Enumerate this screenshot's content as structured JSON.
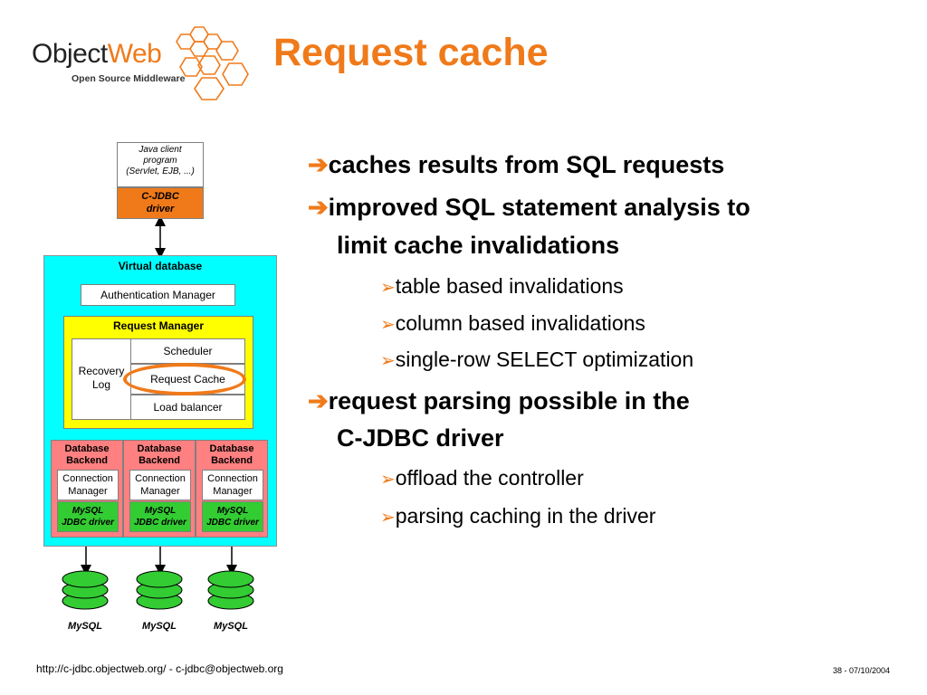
{
  "logo": {
    "text_main": "Object",
    "text_accent": "Web",
    "subtitle": "Open Source Middleware"
  },
  "title": "Request cache",
  "diagram": {
    "java_client": [
      "Java client",
      "program",
      "(Servlet, EJB, ...)"
    ],
    "cjdbc_driver": [
      "C-JDBC",
      "driver"
    ],
    "virtual_database": "Virtual database",
    "authentication_manager": "Authentication Manager",
    "request_manager": "Request Manager",
    "recovery_log": [
      "Recovery",
      "Log"
    ],
    "scheduler": "Scheduler",
    "request_cache": "Request Cache",
    "load_balancer": "Load balancer",
    "backends": [
      {
        "label": [
          "Database",
          "Backend"
        ],
        "connection": [
          "Connection",
          "Manager"
        ],
        "driver": [
          "MySQL",
          "JDBC driver"
        ]
      },
      {
        "label": [
          "Database",
          "Backend"
        ],
        "connection": [
          "Connection",
          "Manager"
        ],
        "driver": [
          "MySQL",
          "JDBC driver"
        ]
      },
      {
        "label": [
          "Database",
          "Backend"
        ],
        "connection": [
          "Connection",
          "Manager"
        ],
        "driver": [
          "MySQL",
          "JDBC driver"
        ]
      }
    ],
    "databases": [
      "MySQL",
      "MySQL",
      "MySQL"
    ]
  },
  "bullets": {
    "b1": "caches results from SQL requests",
    "b2_line1": "improved SQL statement analysis to",
    "b2_line2": "limit cache invalidations",
    "b2_sub": [
      "table based invalidations",
      "column based invalidations",
      "single-row SELECT optimization"
    ],
    "b3_line1": "request parsing possible in the",
    "b3_line2": "C-JDBC driver",
    "b3_sub": [
      "offload the controller",
      "parsing caching in the driver"
    ]
  },
  "footer": {
    "left": "http://c-jdbc.objectweb.org/ - c-jdbc@objectweb.org",
    "right": "38 - 07/10/2004"
  },
  "colors": {
    "accent": "#f07a1a",
    "cyan": "#00ffff",
    "yellow": "#ffff00",
    "backend": "#ff8080",
    "driver_green": "#33cc33"
  }
}
